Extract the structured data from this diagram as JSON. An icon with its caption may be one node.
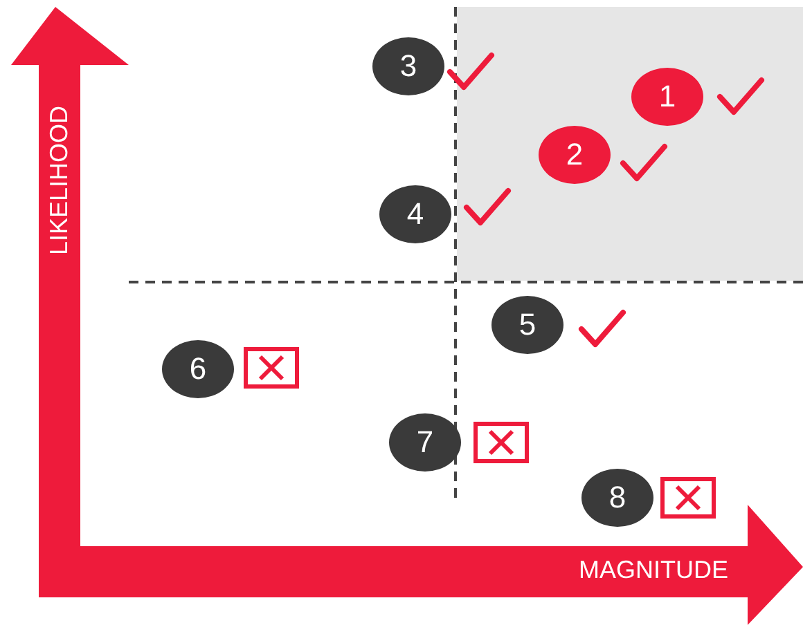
{
  "diagram": {
    "nodes": [
      {
        "text": [
          "3"
        ]
      },
      {
        "text": [
          "1"
        ]
      },
      {
        "text": [
          "2"
        ]
      },
      {
        "text": [
          "4"
        ]
      },
      {
        "text": [
          "5"
        ]
      },
      {
        "text": [
          "6"
        ]
      },
      {
        "text": [
          "7"
        ]
      },
      {
        "text": [
          "8"
        ]
      }
    ],
    "labels": [
      "LIKELIHOOD",
      "MAGNITUDE"
    ]
  }
}
